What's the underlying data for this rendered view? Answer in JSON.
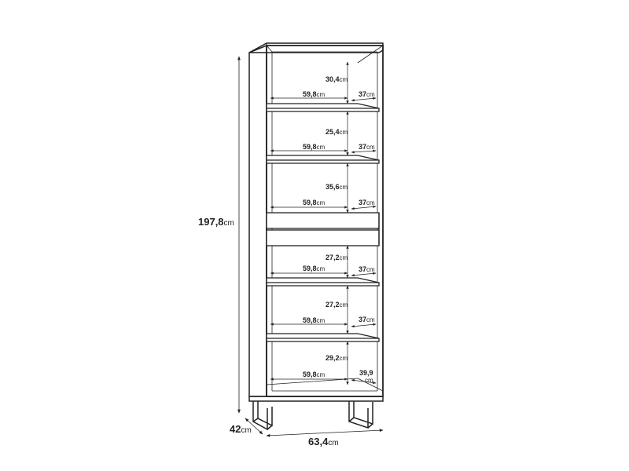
{
  "overall": {
    "height_value": "197,8",
    "height_unit": "cm",
    "width_value": "63,4",
    "width_unit": "cm",
    "depth_value": "42",
    "depth_unit": "cm"
  },
  "compartments": [
    {
      "height_value": "30,4",
      "width_value": "59,8",
      "depth_value": "37",
      "unit": "cm"
    },
    {
      "height_value": "25,4",
      "width_value": "59,8",
      "depth_value": "37",
      "unit": "cm"
    },
    {
      "height_value": "35,6",
      "width_value": "59,8",
      "depth_value": "37",
      "unit": "cm"
    },
    {
      "height_value": "27,2",
      "width_value": "59,8",
      "depth_value": "37",
      "unit": "cm"
    },
    {
      "height_value": "27,2",
      "width_value": "59,8",
      "depth_value": "37",
      "unit": "cm"
    },
    {
      "height_value": "29,2",
      "width_value": "59,8",
      "depth_value": "39,9",
      "unit": "cm"
    }
  ]
}
